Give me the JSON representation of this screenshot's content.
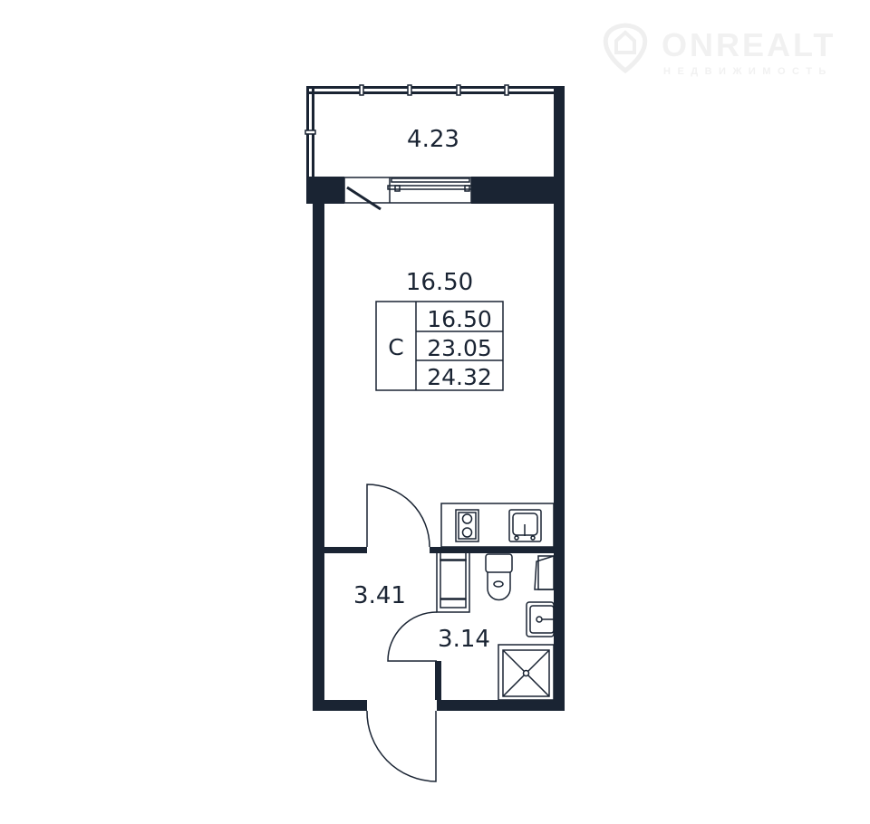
{
  "watermark": {
    "brand": "ONREALT",
    "tagline": "НЕДВИЖИМОСТЬ"
  },
  "colors": {
    "wall": "#1a2433",
    "background": "#ffffff",
    "watermark": "#eeeeee"
  },
  "rooms": {
    "balcony_area": "4.23",
    "living_area": "16.50",
    "hall_area": "3.41",
    "bathroom_area": "3.14"
  },
  "summary": {
    "type": "С",
    "living": "16.50",
    "total": "23.05",
    "total_with_balcony": "24.32"
  }
}
